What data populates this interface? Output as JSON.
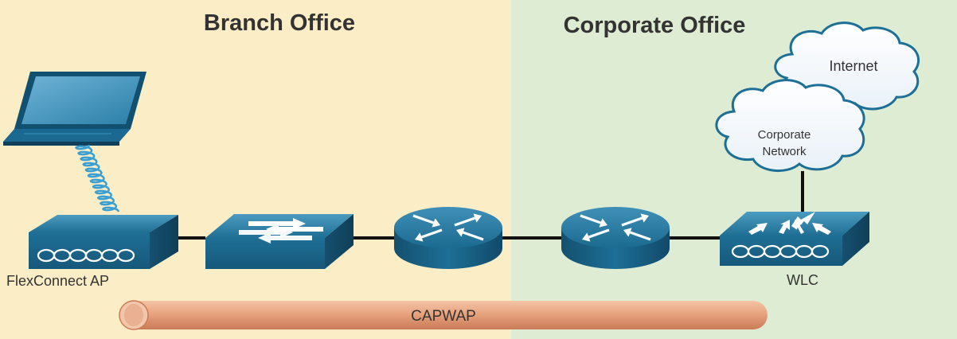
{
  "zones": {
    "branch": {
      "title": "Branch Office",
      "color": "#fbedc6"
    },
    "corporate": {
      "title": "Corporate Office",
      "color": "#ddecd2"
    }
  },
  "devices": {
    "laptop": {
      "icon": "laptop-icon"
    },
    "ap": {
      "label": "FlexConnect AP",
      "icon": "access-point-icon"
    },
    "switch": {
      "icon": "switch-icon"
    },
    "branch_router": {
      "icon": "router-icon"
    },
    "corporate_router": {
      "icon": "router-icon"
    },
    "wlc": {
      "label": "WLC",
      "icon": "wireless-lan-controller-icon"
    }
  },
  "clouds": {
    "internet": {
      "label": "Internet"
    },
    "corporate_network": {
      "line1": "Corporate",
      "line2": "Network"
    }
  },
  "tunnel": {
    "label": "CAPWAP",
    "color": "#e8a37f"
  },
  "device_color": "#1c6f96"
}
